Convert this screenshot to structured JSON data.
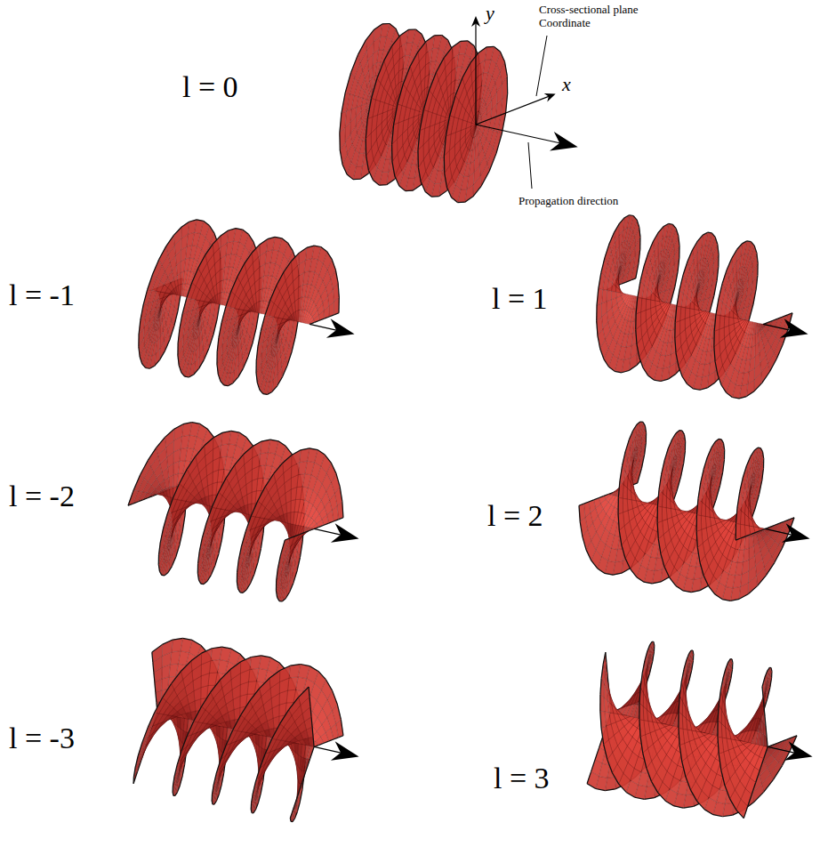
{
  "diagram": {
    "labels": [
      "l = 0",
      "y",
      "Cross-sectional plane Coordinate",
      "x",
      "Propagation direction",
      "l = -1",
      "l = 1",
      "l = -2",
      "l = 2",
      "l = -3",
      "l = 3"
    ]
  }
}
